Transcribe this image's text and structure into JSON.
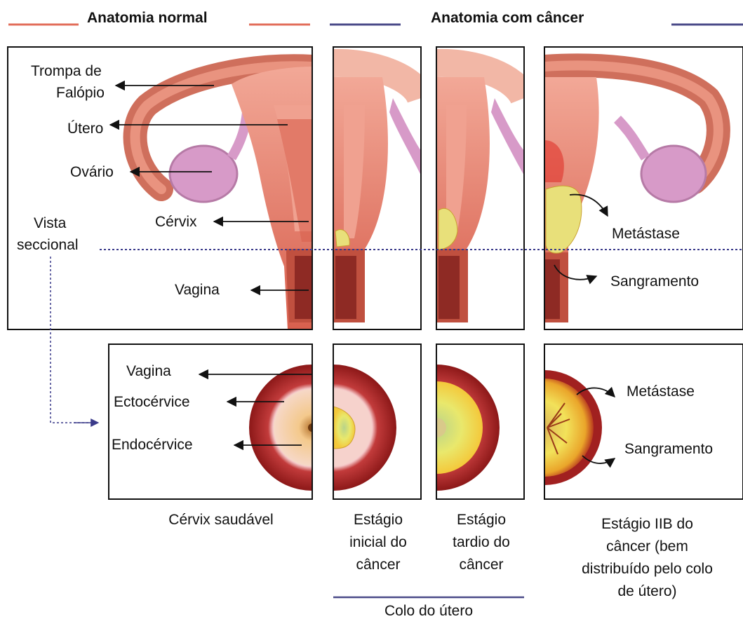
{
  "header": {
    "normal_title": "Anatomia normal",
    "cancer_title": "Anatomia com câncer",
    "normal_color": "#e26d5a",
    "cancer_color": "#4a4a88"
  },
  "normal_panel": {
    "labels": {
      "fallopian_line1": "Trompa de",
      "fallopian_line2": "Falópio",
      "uterus": "Útero",
      "ovary": "Ovário",
      "cervix": "Cérvix",
      "vagina": "Vagina",
      "section_line1": "Vista",
      "section_line2": "seccional"
    }
  },
  "section_panel": {
    "labels": {
      "vagina": "Vagina",
      "ectocervix": "Ectocérvice",
      "endocervix": "Endocérvice"
    }
  },
  "cancer_panel": {
    "metastasis": "Metástase",
    "bleeding": "Sangramento",
    "section_metastasis": "Metástase",
    "section_bleeding": "Sangramento"
  },
  "captions": {
    "healthy": "Cérvix saudável",
    "early": [
      "Estágio",
      "inicial do",
      "câncer"
    ],
    "late": [
      "Estágio",
      "tardio do",
      "câncer"
    ],
    "stage_iib": [
      "Estágio IIB do",
      "câncer (bem",
      "distribuído pelo colo",
      "de útero)"
    ]
  },
  "footer": {
    "cervix_label": "Colo do útero"
  },
  "colors": {
    "uterus_outer": "#cf6f5c",
    "uterus_inner": "#e98a78",
    "ovary": "#d79ac8",
    "vagina_dark": "#8e2a24",
    "cervix_ring": "#9e1e1e",
    "tumor": "#e8e07a"
  }
}
